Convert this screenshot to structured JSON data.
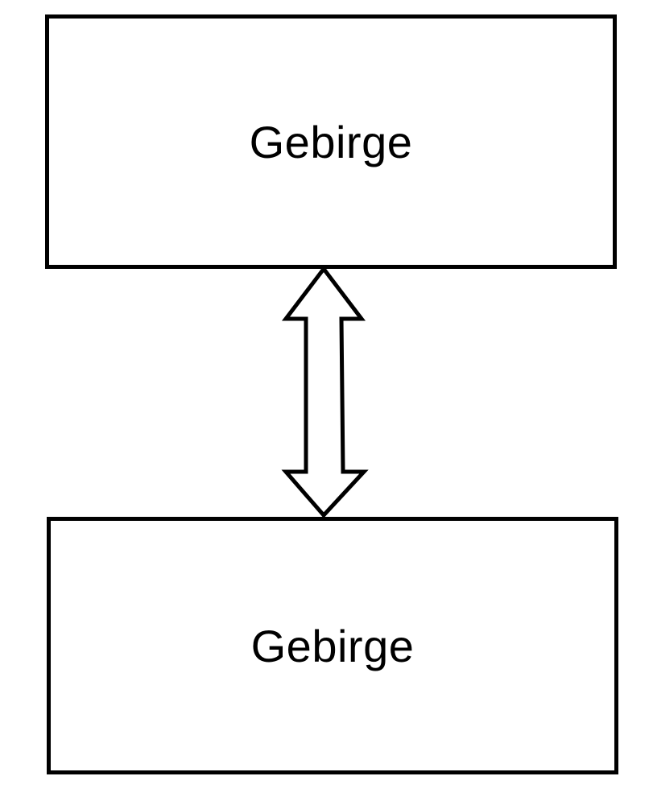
{
  "diagram": {
    "top_box": {
      "label": "Gebirge"
    },
    "bottom_box": {
      "label": "Gebirge"
    },
    "connector": {
      "type": "double-arrow",
      "direction": "vertical"
    }
  },
  "colors": {
    "stroke": "#000000",
    "background": "#ffffff"
  }
}
